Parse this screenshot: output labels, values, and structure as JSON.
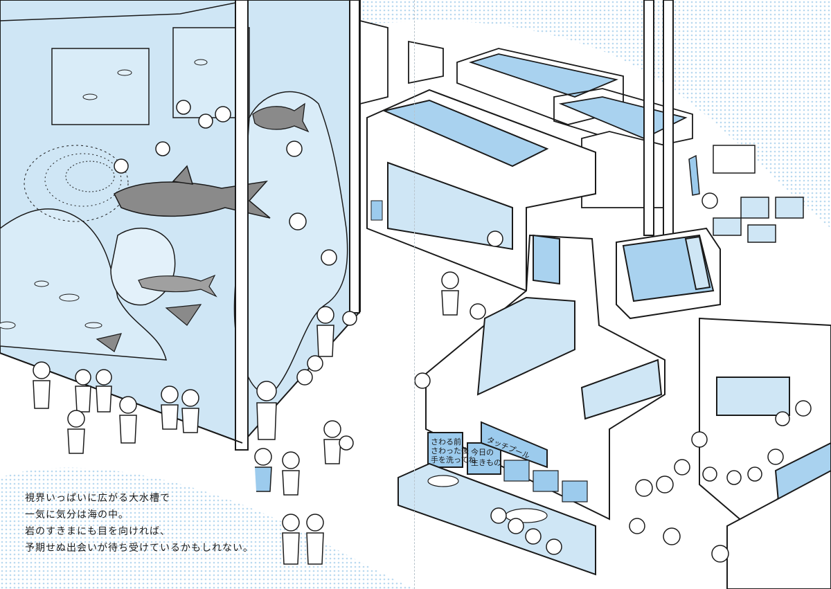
{
  "caption": {
    "lines": [
      "視界いっぱいに広がる大水槽で",
      "一気に気分は海の中。",
      "岩のすきまにも目を向ければ、",
      "予期せぬ出会いが待ち受けているかもしれない。"
    ]
  },
  "signs": {
    "touch_pool": "タッチプール",
    "hand_wash_line1": "さわる前",
    "hand_wash_line2": "さわった後",
    "hand_wash_line3": "手を洗ってね",
    "today_line1": "今日の",
    "today_line2": "生きもの"
  },
  "colors": {
    "water": "#cfe6f5",
    "water_deep": "#a9d2ef",
    "halftone": "#b9d9f0",
    "line": "#1a1a1a",
    "shark": "#8a8a8a",
    "sign_blue": "#9ccbed"
  }
}
